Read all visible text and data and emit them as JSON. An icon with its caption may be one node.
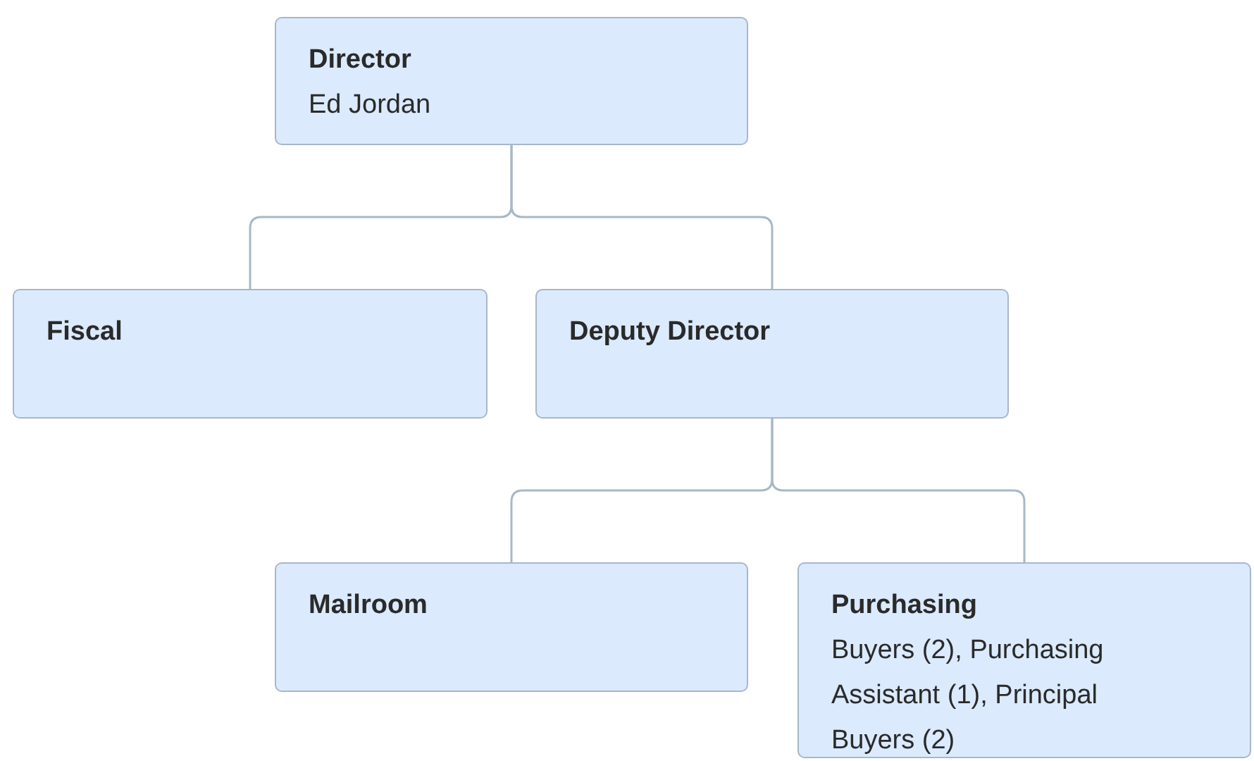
{
  "diagram": {
    "nodes": [
      {
        "text": [
          "Director",
          "Ed Jordan"
        ]
      },
      {
        "text": [
          "Fiscal"
        ]
      },
      {
        "text": [
          "Deputy Director"
        ]
      },
      {
        "text": [
          "Mailroom"
        ]
      },
      {
        "text": [
          "Purchasing",
          "Buyers (2), Purchasing Assistant (1), Principal Buyers (2)"
        ]
      }
    ],
    "edges": [
      {
        "from": 0,
        "to": 1,
        "arrow": "none"
      },
      {
        "from": 0,
        "to": 2,
        "arrow": "none"
      },
      {
        "from": 2,
        "to": 3,
        "arrow": "none"
      },
      {
        "from": 2,
        "to": 4,
        "arrow": "none"
      }
    ]
  }
}
